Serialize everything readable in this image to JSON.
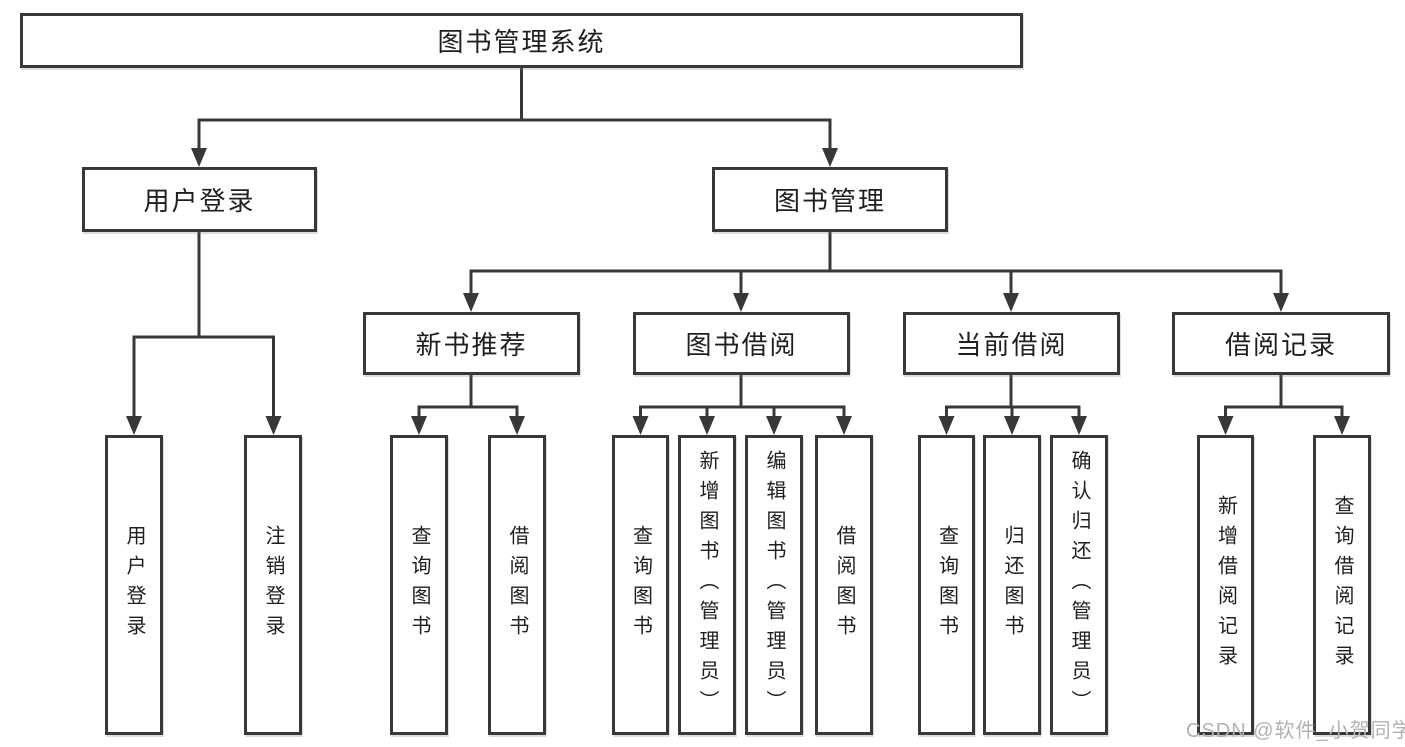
{
  "tree": {
    "root": {
      "label": "图书管理系统"
    },
    "branches": [
      {
        "label": "用户登录",
        "children": [
          {
            "label": "用户登录"
          },
          {
            "label": "注销登录"
          }
        ]
      },
      {
        "label": "图书管理",
        "children": [
          {
            "label": "新书推荐",
            "children": [
              {
                "label": "查询图书"
              },
              {
                "label": "借阅图书"
              }
            ]
          },
          {
            "label": "图书借阅",
            "children": [
              {
                "label": "查询图书"
              },
              {
                "label": "新增图书（管理员）"
              },
              {
                "label": "编辑图书（管理员）"
              },
              {
                "label": "借阅图书"
              }
            ]
          },
          {
            "label": "当前借阅",
            "children": [
              {
                "label": "查询图书"
              },
              {
                "label": "归还图书"
              },
              {
                "label": "确认归还（管理员）"
              }
            ]
          },
          {
            "label": "借阅记录",
            "children": [
              {
                "label": "新增借阅记录"
              },
              {
                "label": "查询借阅记录"
              }
            ]
          }
        ]
      }
    ]
  },
  "watermark": {
    "text": "CSDN @软件_小贺同学"
  },
  "colors": {
    "line": "#383838",
    "text": "#1f1f1f",
    "box_background": "#ffffff",
    "watermark": "#b2b2b2",
    "background": "#ffffff"
  }
}
